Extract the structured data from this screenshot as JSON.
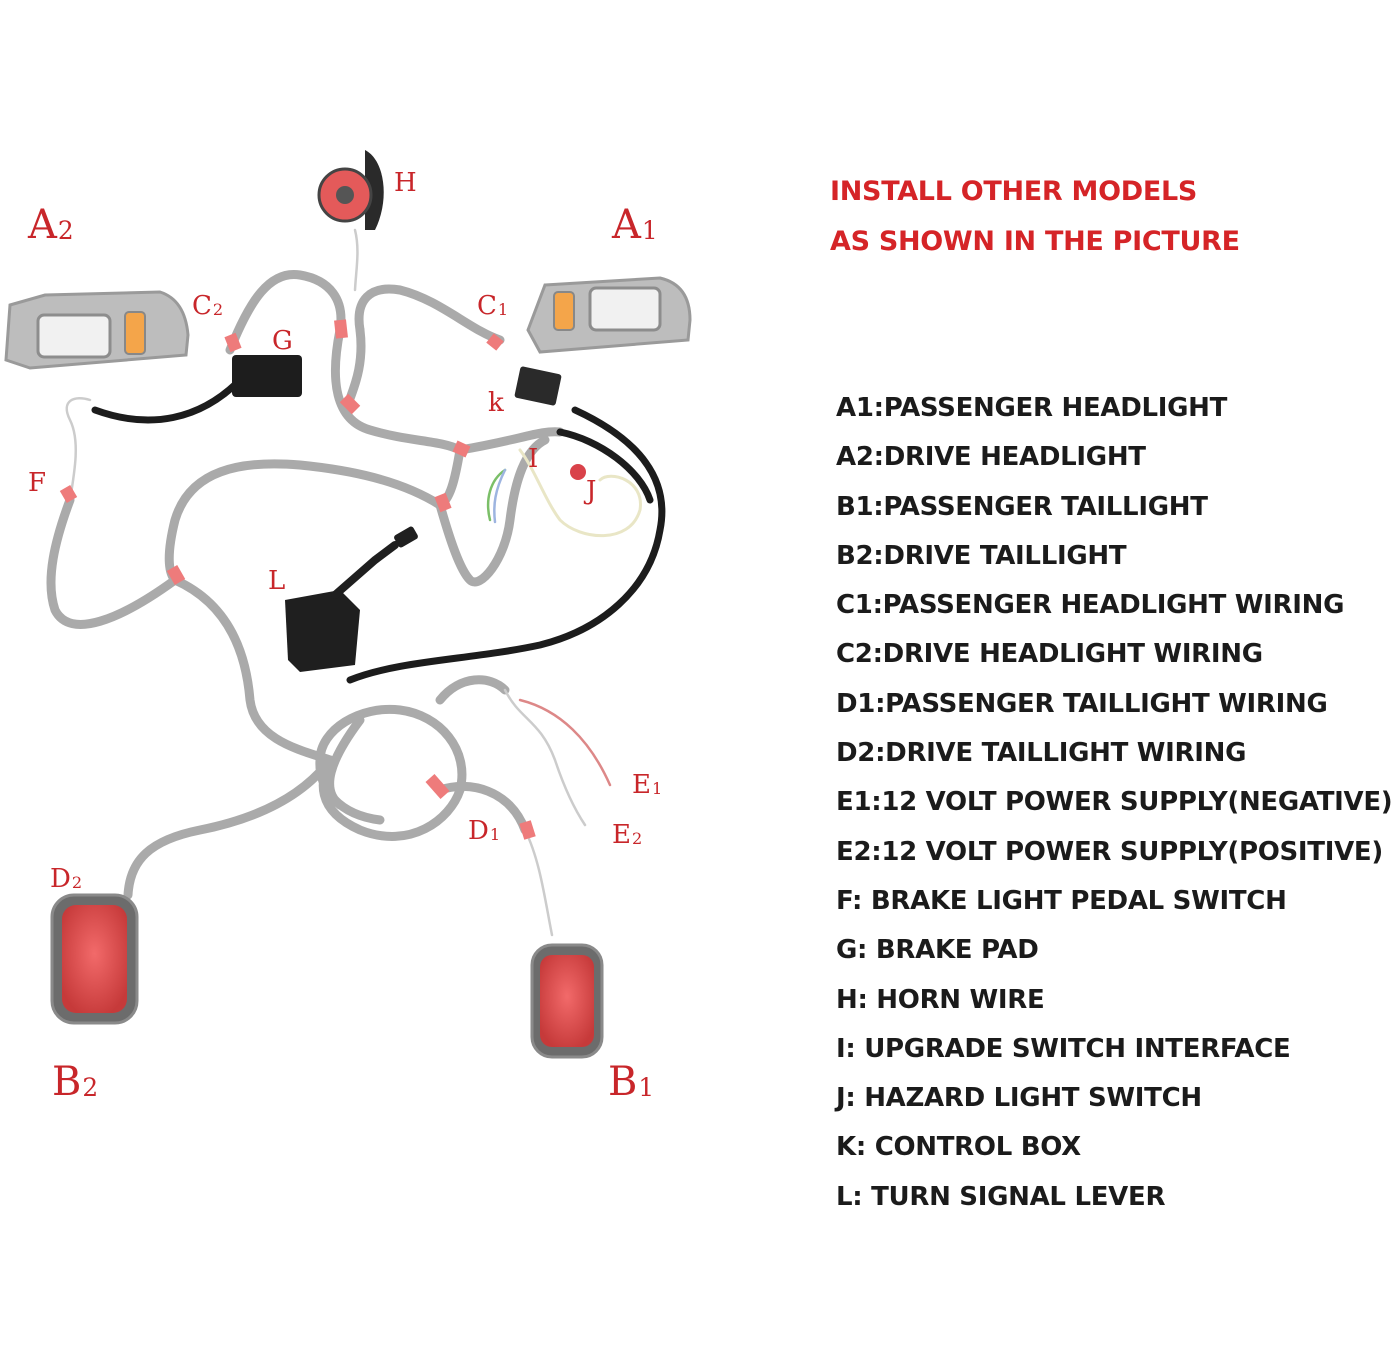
{
  "note": [
    "INSTALL OTHER MODELS",
    "AS SHOWN IN THE PICTURE"
  ],
  "labels": {
    "A1": {
      "main": "A",
      "sub": "1"
    },
    "A2": {
      "main": "A",
      "sub": "2"
    },
    "B1": {
      "main": "B",
      "sub": "1"
    },
    "B2": {
      "main": "B",
      "sub": "2"
    },
    "C1": {
      "main": "C",
      "sub": "1"
    },
    "C2": {
      "main": "C",
      "sub": "2"
    },
    "D1": {
      "main": "D",
      "sub": "1"
    },
    "D2": {
      "main": "D",
      "sub": "2"
    },
    "E1": {
      "main": "E",
      "sub": "1"
    },
    "E2": {
      "main": "E",
      "sub": "2"
    },
    "F": "F",
    "G": "G",
    "H": "H",
    "I": "I",
    "J": "J",
    "K": "k",
    "L": "L"
  },
  "legend": [
    "A1:PASSENGER HEADLIGHT",
    "A2:DRIVE HEADLIGHT",
    "B1:PASSENGER TAILLIGHT",
    "B2:DRIVE TAILLIGHT",
    "C1:PASSENGER HEADLIGHT WIRING",
    "C2:DRIVE HEADLIGHT WIRING",
    "D1:PASSENGER TAILLIGHT WIRING",
    "D2:DRIVE TAILLIGHT WIRING",
    "E1:12 VOLT POWER SUPPLY(NEGATIVE)",
    "E2:12 VOLT POWER SUPPLY(POSITIVE)",
    "F: BRAKE LIGHT PEDAL SWITCH",
    "G: BRAKE PAD",
    "H: HORN WIRE",
    "I: UPGRADE SWITCH INTERFACE",
    "J: HAZARD LIGHT SWITCH",
    "K: CONTROL BOX",
    "L: TURN SIGNAL LEVER"
  ],
  "colors": {
    "label_red": "#c8262a",
    "note_red": "#d52427",
    "wire_gray": "#a9a9a9",
    "sleeve_pink": "#ee7b7b",
    "cable_black": "#1a1a1a"
  }
}
